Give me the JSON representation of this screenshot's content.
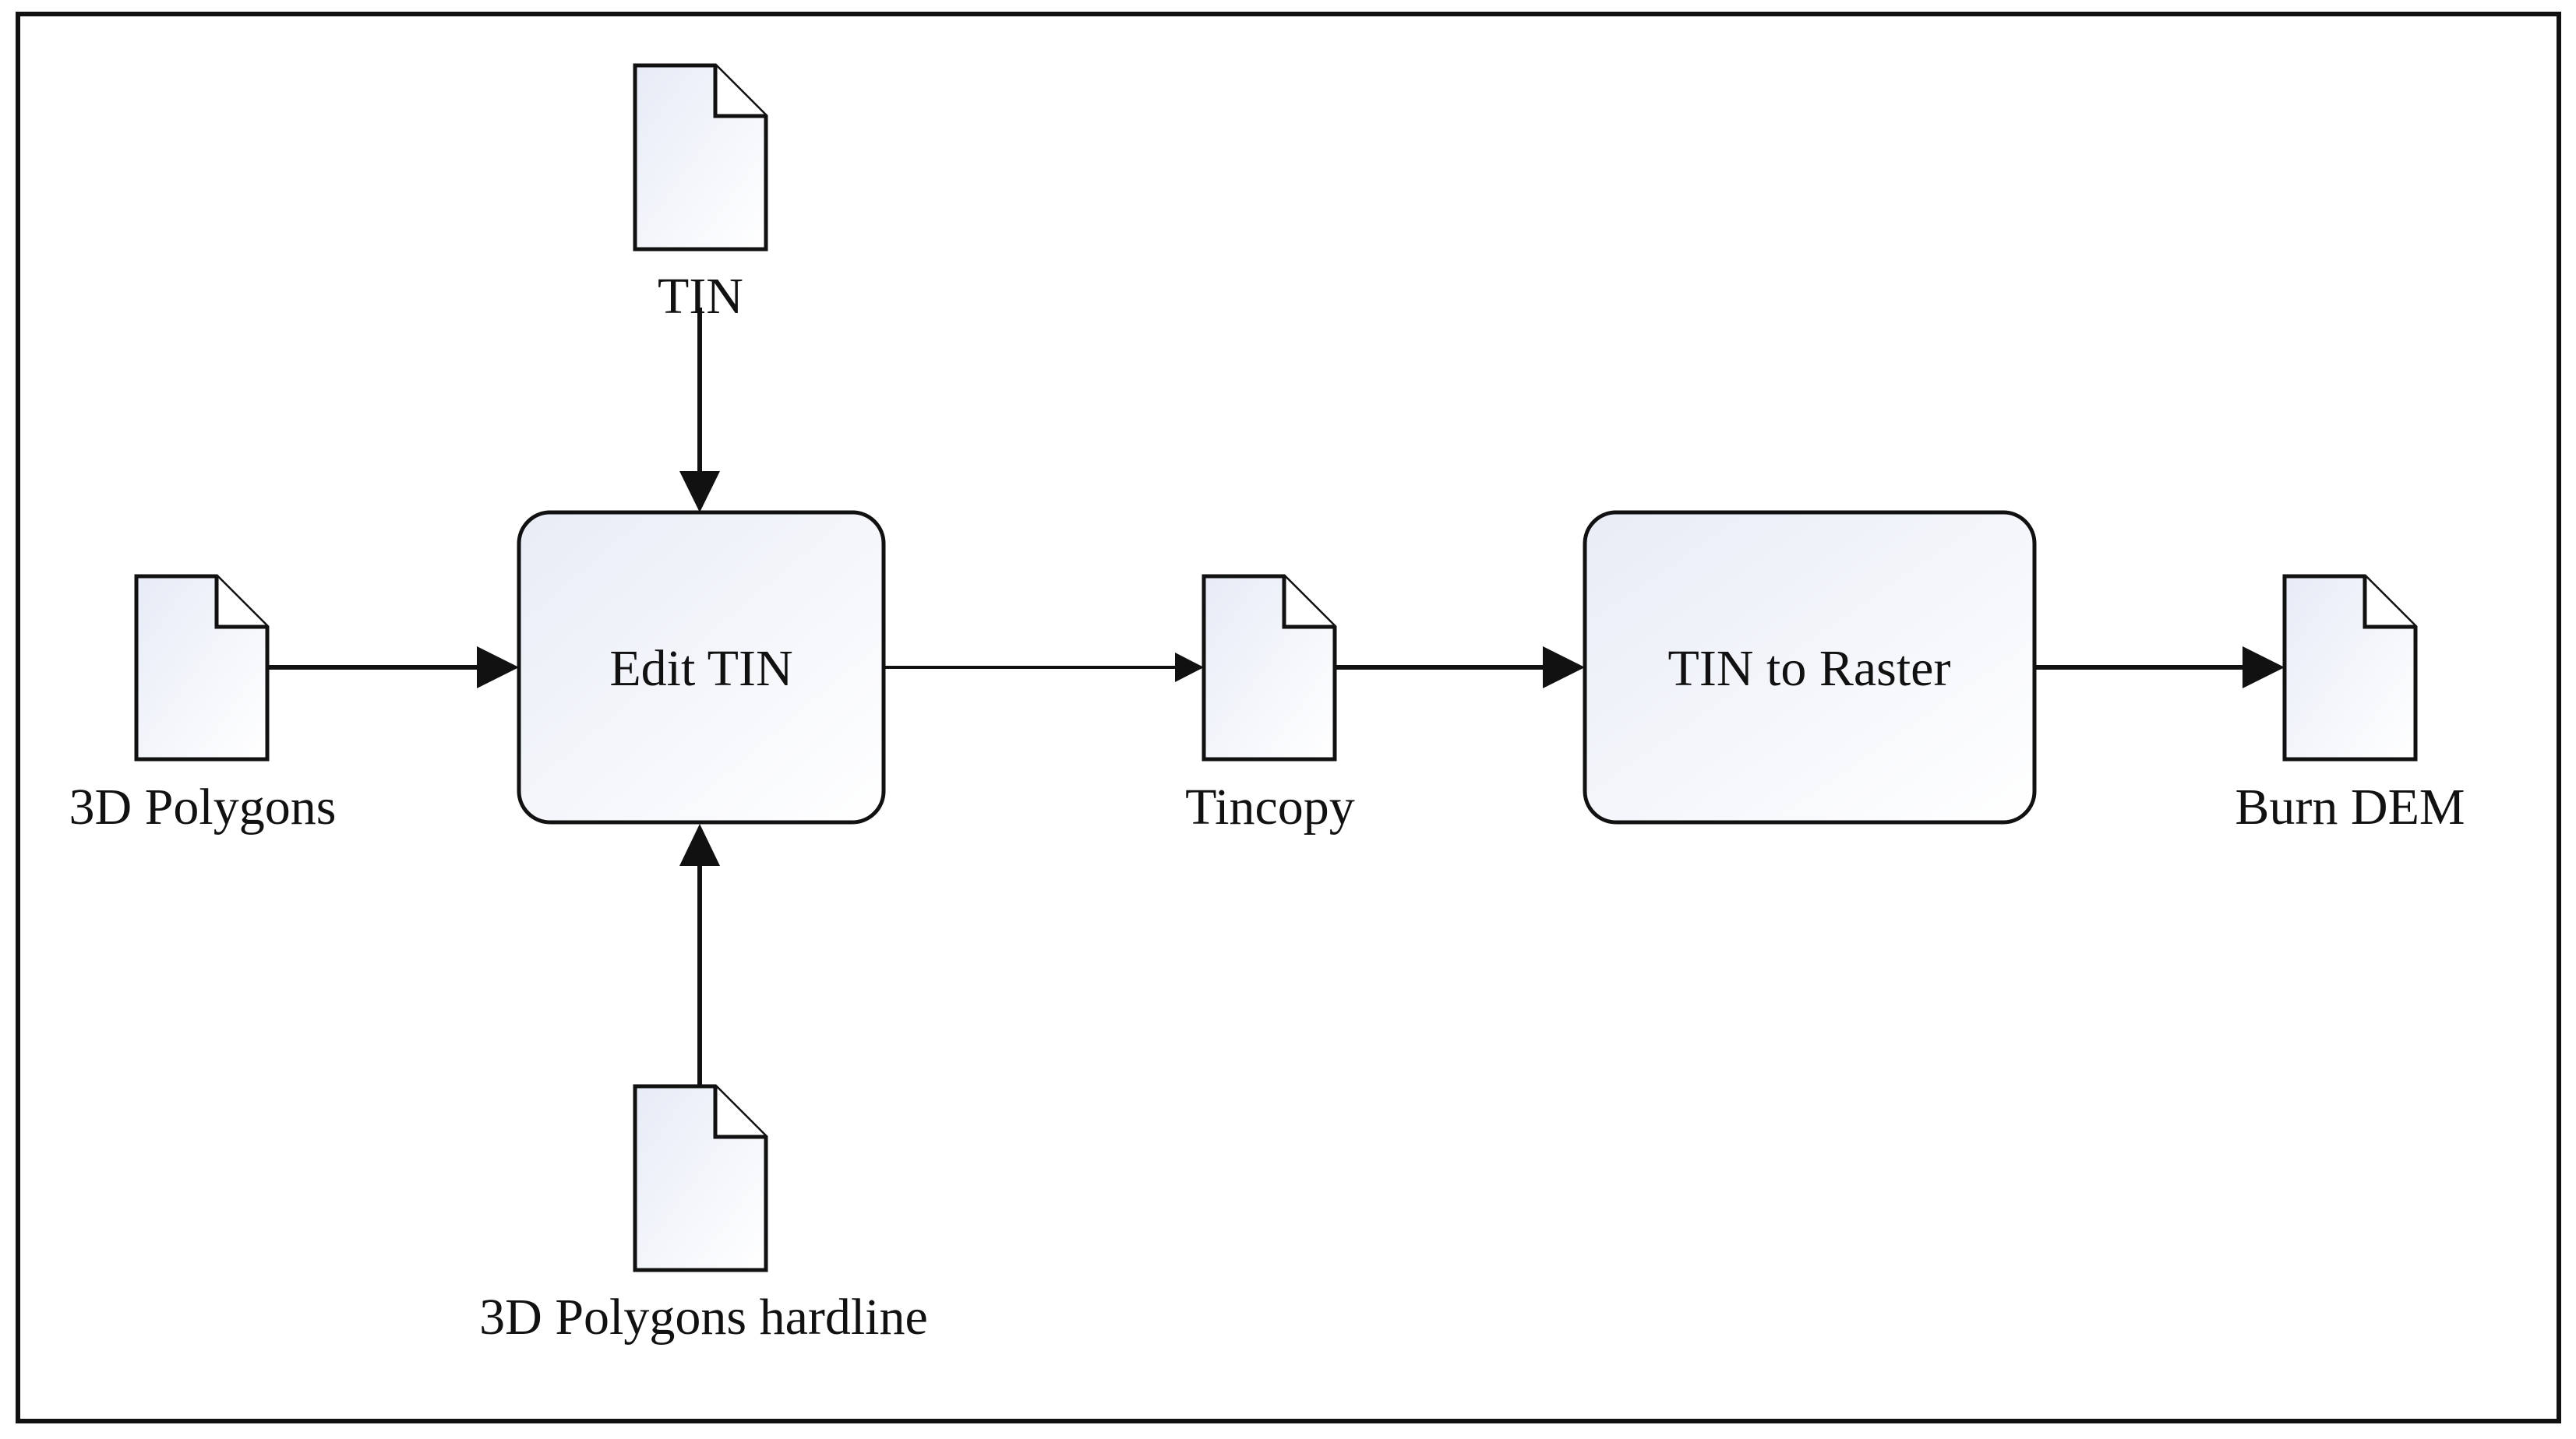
{
  "diagram": {
    "nodes": {
      "tin_input": {
        "kind": "file",
        "label": "TIN"
      },
      "polygons_3d": {
        "kind": "file",
        "label": "3D Polygons"
      },
      "polygons_hardline": {
        "kind": "file",
        "label": "3D Polygons hardline"
      },
      "edit_tin": {
        "kind": "process",
        "label": "Edit TIN"
      },
      "tincopy": {
        "kind": "file",
        "label": "Tincopy"
      },
      "tin_to_raster": {
        "kind": "process",
        "label": "TIN to Raster"
      },
      "burn_dem": {
        "kind": "file",
        "label": "Burn DEM"
      }
    },
    "edges": [
      {
        "from": "tin_input",
        "to": "edit_tin"
      },
      {
        "from": "polygons_3d",
        "to": "edit_tin"
      },
      {
        "from": "polygons_hardline",
        "to": "edit_tin"
      },
      {
        "from": "edit_tin",
        "to": "tincopy"
      },
      {
        "from": "tincopy",
        "to": "tin_to_raster"
      },
      {
        "from": "tin_to_raster",
        "to": "burn_dem"
      }
    ]
  },
  "colors": {
    "stroke": "#111111",
    "fill_light": "#e8ecf6",
    "fill_white": "#ffffff"
  }
}
